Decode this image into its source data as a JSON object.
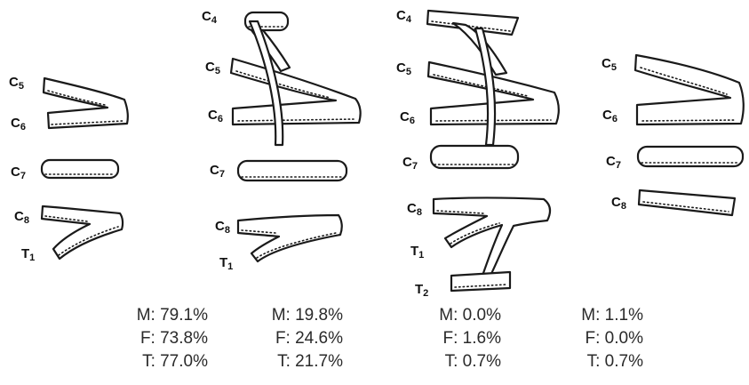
{
  "panels": [
    {
      "roots": [
        {
          "letter": "C",
          "num": "5"
        },
        {
          "letter": "C",
          "num": "6"
        },
        {
          "letter": "C",
          "num": "7"
        },
        {
          "letter": "C",
          "num": "8"
        },
        {
          "letter": "T",
          "num": "1"
        }
      ],
      "stats": {
        "m": "M: 79.1%",
        "f": "F: 73.8%",
        "t": "T: 77.0%"
      }
    },
    {
      "roots": [
        {
          "letter": "C",
          "num": "4"
        },
        {
          "letter": "C",
          "num": "5"
        },
        {
          "letter": "C",
          "num": "6"
        },
        {
          "letter": "C",
          "num": "7"
        },
        {
          "letter": "C",
          "num": "8"
        },
        {
          "letter": "T",
          "num": "1"
        }
      ],
      "stats": {
        "m": "M: 19.8%",
        "f": "F: 24.6%",
        "t": "T: 21.7%"
      }
    },
    {
      "roots": [
        {
          "letter": "C",
          "num": "4"
        },
        {
          "letter": "C",
          "num": "5"
        },
        {
          "letter": "C",
          "num": "6"
        },
        {
          "letter": "C",
          "num": "7"
        },
        {
          "letter": "C",
          "num": "8"
        },
        {
          "letter": "T",
          "num": "1"
        },
        {
          "letter": "T",
          "num": "2"
        }
      ],
      "stats": {
        "m": "M: 0.0%",
        "f": "F: 1.6%",
        "t": "T: 0.7%"
      }
    },
    {
      "roots": [
        {
          "letter": "C",
          "num": "5"
        },
        {
          "letter": "C",
          "num": "6"
        },
        {
          "letter": "C",
          "num": "7"
        },
        {
          "letter": "C",
          "num": "8"
        }
      ],
      "stats": {
        "m": "M: 1.1%",
        "f": "F: 0.0%",
        "t": "T: 0.7%"
      }
    }
  ]
}
